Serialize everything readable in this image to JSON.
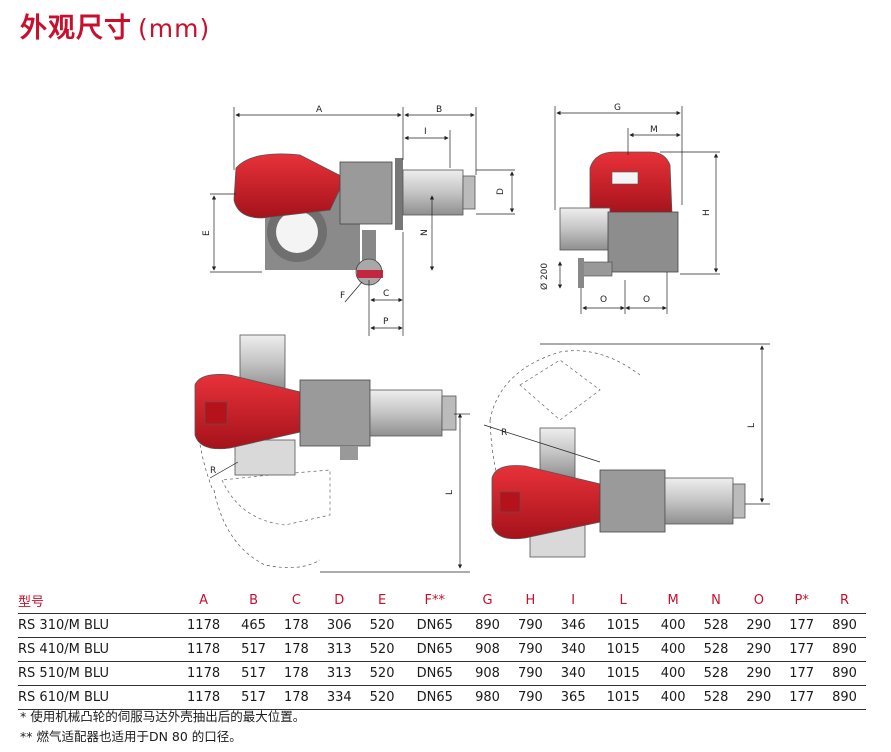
{
  "header": {
    "title": "外观尺寸",
    "unit": "(mm)"
  },
  "dimension_labels": {
    "A": "A",
    "B": "B",
    "I": "I",
    "D": "D",
    "E": "E",
    "N": "N",
    "F": "F",
    "C": "C",
    "P": "P",
    "G": "G",
    "M": "M",
    "H": "H",
    "O1": "O",
    "O2": "O",
    "dia": "Ø 200",
    "R1": "R",
    "L1": "L",
    "R2": "R",
    "L2": "L"
  },
  "table": {
    "headers": [
      "型号",
      "A",
      "B",
      "C",
      "D",
      "E",
      "F**",
      "G",
      "H",
      "I",
      "L",
      "M",
      "N",
      "O",
      "P*",
      "R"
    ],
    "rows": [
      [
        "RS 310/M BLU",
        "1178",
        "465",
        "178",
        "306",
        "520",
        "DN65",
        "890",
        "790",
        "346",
        "1015",
        "400",
        "528",
        "290",
        "177",
        "890"
      ],
      [
        "RS 410/M BLU",
        "1178",
        "517",
        "178",
        "313",
        "520",
        "DN65",
        "908",
        "790",
        "340",
        "1015",
        "400",
        "528",
        "290",
        "177",
        "890"
      ],
      [
        "RS 510/M BLU",
        "1178",
        "517",
        "178",
        "313",
        "520",
        "DN65",
        "908",
        "790",
        "340",
        "1015",
        "400",
        "528",
        "290",
        "177",
        "890"
      ],
      [
        "RS 610/M BLU",
        "1178",
        "517",
        "178",
        "334",
        "520",
        "DN65",
        "980",
        "790",
        "365",
        "1015",
        "400",
        "528",
        "290",
        "177",
        "890"
      ]
    ]
  },
  "notes": {
    "note1": "* 使用机械凸轮的伺服马达外壳抽出后的最大位置。",
    "note2": "** 燃气适配器也适用于DN 80 的口径。"
  },
  "colors": {
    "brand_red": "#c8102e",
    "body_red": "#d3202a",
    "metal": "#c9c9c9"
  }
}
